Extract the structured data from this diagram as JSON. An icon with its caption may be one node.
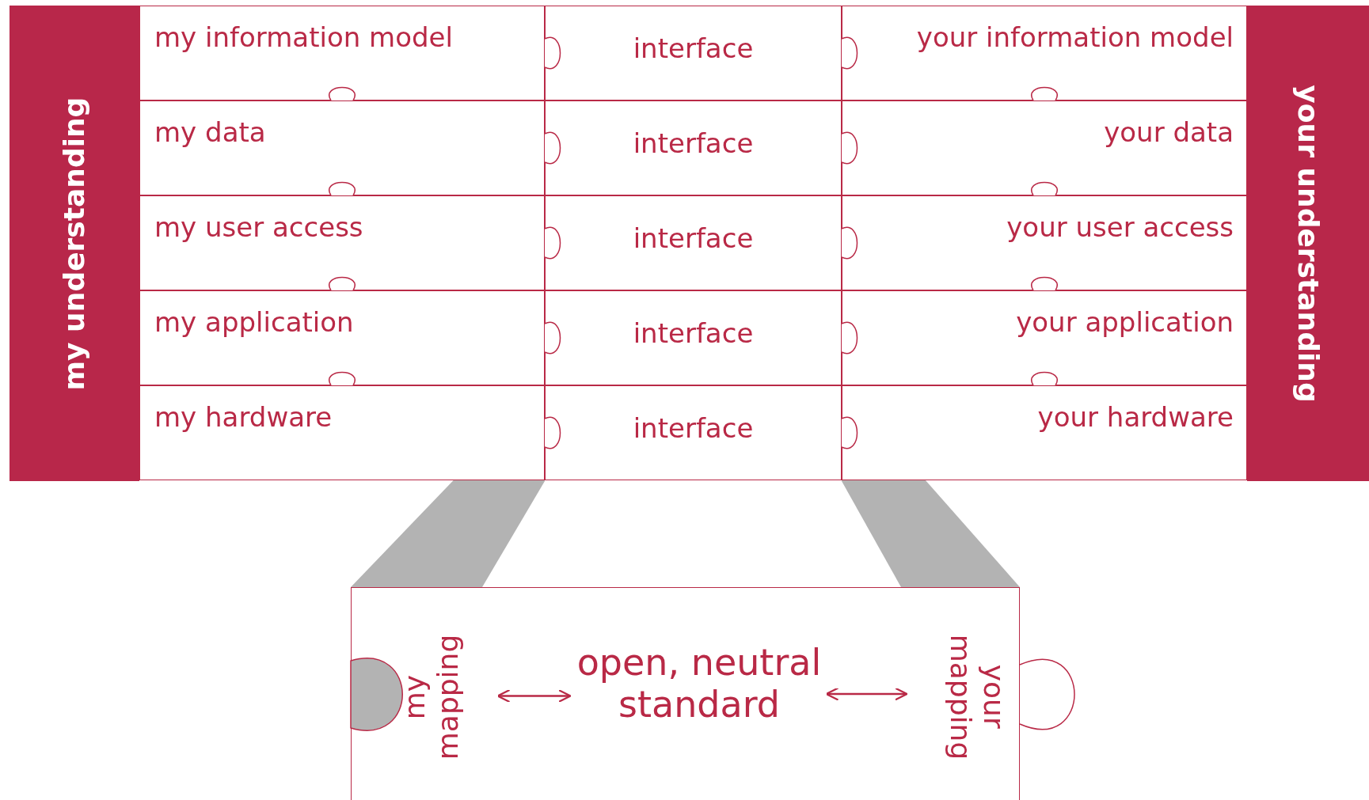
{
  "diagram": {
    "nodes": [
      {
        "text": [
          "my understanding"
        ]
      },
      {
        "text": [
          "your understanding"
        ]
      },
      {
        "text": [
          "my information model"
        ]
      },
      {
        "text": [
          "interface"
        ]
      },
      {
        "text": [
          "your information model"
        ]
      },
      {
        "text": [
          "my data"
        ]
      },
      {
        "text": [
          "interface"
        ]
      },
      {
        "text": [
          "your data"
        ]
      },
      {
        "text": [
          "my user access"
        ]
      },
      {
        "text": [
          "interface"
        ]
      },
      {
        "text": [
          "your user access"
        ]
      },
      {
        "text": [
          "my application"
        ]
      },
      {
        "text": [
          "interface"
        ]
      },
      {
        "text": [
          "your application"
        ]
      },
      {
        "text": [
          "my hardware"
        ]
      },
      {
        "text": [
          "interface"
        ]
      },
      {
        "text": [
          "your hardware"
        ]
      },
      {
        "text": [],
        "shape": "box"
      },
      {
        "text": [
          "my mapping"
        ],
        "in": 17
      },
      {
        "text": [
          "open, neutral standard"
        ],
        "in": 17
      },
      {
        "text": [
          "your mapping"
        ],
        "in": 17
      }
    ],
    "edges": [
      {
        "from": 18,
        "to": 19,
        "arrow": "both"
      },
      {
        "from": 19,
        "to": 20,
        "arrow": "both"
      }
    ]
  }
}
